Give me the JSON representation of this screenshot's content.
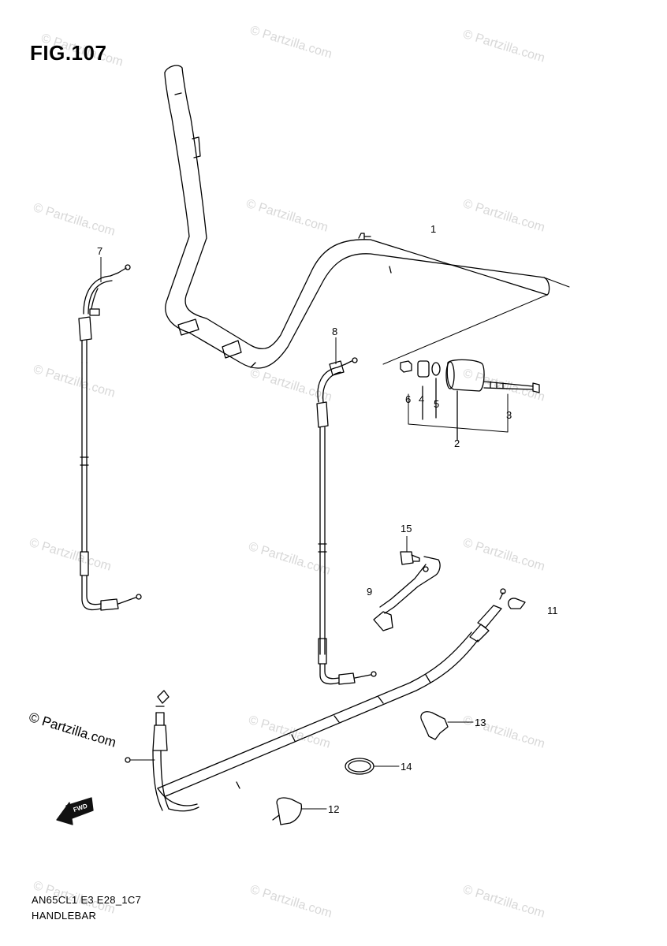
{
  "figure": {
    "title": "FIG.107",
    "model_code": "AN65CL1 E3 E28_1C7",
    "caption": "HANDLEBAR",
    "direction_label": "FWD"
  },
  "watermark": {
    "text": "© Partzilla.com",
    "primary_text": "© Partzilla.com"
  },
  "callouts": [
    {
      "id": "1",
      "label": "1"
    },
    {
      "id": "2",
      "label": "2"
    },
    {
      "id": "3",
      "label": "3"
    },
    {
      "id": "4",
      "label": "4"
    },
    {
      "id": "5",
      "label": "5"
    },
    {
      "id": "6",
      "label": "6"
    },
    {
      "id": "7",
      "label": "7"
    },
    {
      "id": "8",
      "label": "8"
    },
    {
      "id": "9",
      "label": "9"
    },
    {
      "id": "11",
      "label": "11"
    },
    {
      "id": "12",
      "label": "12"
    },
    {
      "id": "13",
      "label": "13"
    },
    {
      "id": "14",
      "label": "14"
    },
    {
      "id": "15",
      "label": "15"
    }
  ]
}
